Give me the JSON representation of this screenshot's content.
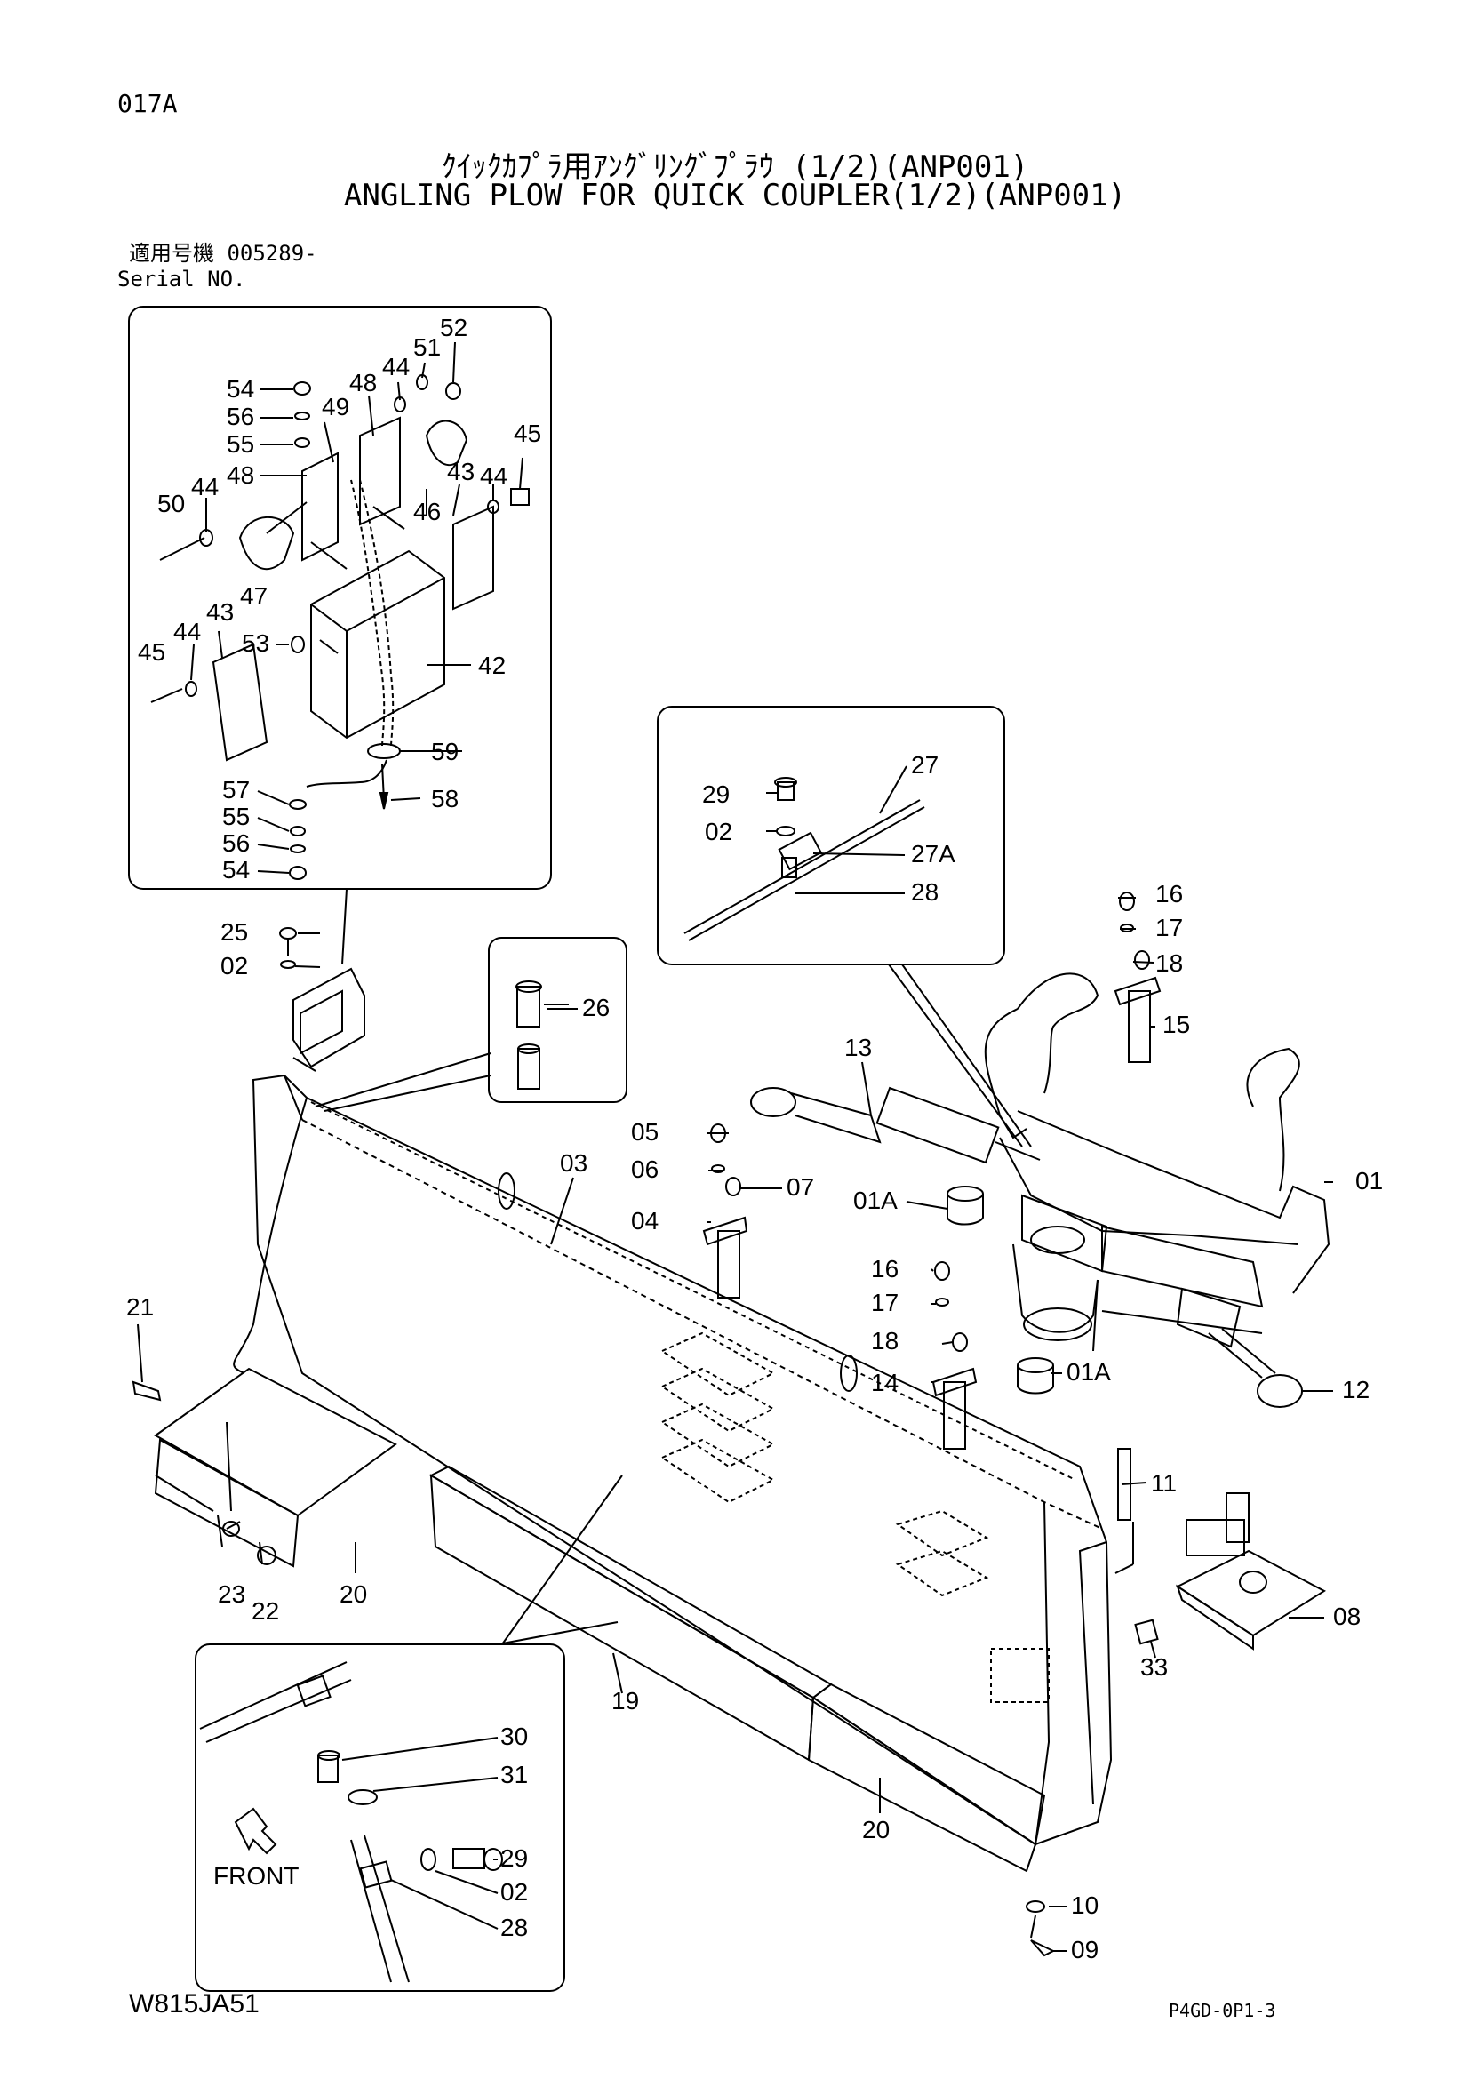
{
  "header": {
    "page_code": "017A",
    "title_jp": "ｸｲｯｸｶﾌﾟﾗ用ｱﾝｸﾞﾘﾝｸﾞﾌﾟﾗｳ (1/2)(ANP001)",
    "title_en": "ANGLING PLOW FOR QUICK COUPLER(1/2)(ANP001)",
    "serial_jp": "適用号機 005289-",
    "serial_en": "Serial NO."
  },
  "footer": {
    "drawing_no": "W815JA51",
    "ref_code": "P4GD-0P1-3"
  },
  "callouts": [
    "54",
    "56",
    "55",
    "48",
    "49",
    "48",
    "44",
    "51",
    "52",
    "44",
    "45",
    "50",
    "44",
    "46",
    "43",
    "47",
    "44",
    "43",
    "53",
    "45",
    "42",
    "59",
    "57",
    "58",
    "55",
    "56",
    "54",
    "25",
    "02",
    "26",
    "29",
    "27",
    "02",
    "27A",
    "28",
    "16",
    "17",
    "18",
    "15",
    "13",
    "05",
    "06",
    "07",
    "03",
    "04",
    "01A",
    "01",
    "16",
    "17",
    "18",
    "14",
    "01A",
    "12",
    "21",
    "11",
    "08",
    "23",
    "22",
    "20",
    "19",
    "33",
    "30",
    "31",
    "29",
    "02",
    "28",
    "20",
    "10",
    "09"
  ],
  "front_label": "FRONT"
}
